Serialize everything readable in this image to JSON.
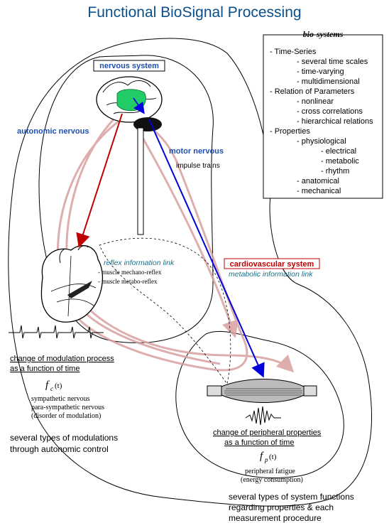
{
  "title": "Functional BioSignal Processing",
  "biosystems": {
    "heading": "bio-systems",
    "items": [
      {
        "text": "- Time-Series",
        "level": 0
      },
      {
        "text": "- several time scales",
        "level": 1
      },
      {
        "text": "- time-varying",
        "level": 1
      },
      {
        "text": "- multidimensional",
        "level": 1
      },
      {
        "text": "- Relation of Parameters",
        "level": 0
      },
      {
        "text": "- nonlinear",
        "level": 1
      },
      {
        "text": "- cross correlations",
        "level": 1
      },
      {
        "text": "- hierarchical relations",
        "level": 1
      },
      {
        "text": "- Properties",
        "level": 0
      },
      {
        "text": "- physiological",
        "level": 1
      },
      {
        "text": "- electrical",
        "level": 2
      },
      {
        "text": "- metabolic",
        "level": 2
      },
      {
        "text": "- rhythm",
        "level": 2
      },
      {
        "text": "- anatomical",
        "level": 1
      },
      {
        "text": "- mechanical",
        "level": 1
      }
    ]
  },
  "labels": {
    "nervous_system": "nervous system",
    "autonomic_nervous": "autonomic nervous",
    "motor_nervous": "motor nervous",
    "impulse_trains": "impulse trains",
    "reflex_link": "reflex information link",
    "mechano_reflex": "- muscle mechano-reflex",
    "metabo_reflex": "- muscle metabo-reflex",
    "cardiovascular": "cardiovascular system",
    "metabolic_link": "metabolic information link",
    "modulation_line1": "change of modulation process",
    "modulation_line2": "as a function of time",
    "fc_symbol": "f",
    "fc_sub": "c",
    "fc_arg": "(t)",
    "sympathetic_line1": "sympathetic nervous",
    "sympathetic_line2": "para-sympathetic nervous",
    "sympathetic_line3": "(disorder of modulation)",
    "modulations_line1": "several types of modulations",
    "modulations_line2": "through autonomic control",
    "peripheral_line1": "change of peripheral properties",
    "peripheral_line2": "as a function of time",
    "fp_symbol": "f",
    "fp_sub": "p",
    "fp_arg": "(t)",
    "fatigue_line1": "peripheral fatigue",
    "fatigue_line2": "(energy consumption)",
    "functions_line1": "several types of system functions",
    "functions_line2": "regarding properties & each",
    "functions_line3": "measurement procedure"
  },
  "colors": {
    "title": "#0a4f8a",
    "blue_arrow": "#0000dd",
    "red_arrow": "#c00000",
    "pink_loop": "#d9a0a0",
    "brain_green": "#22cc66",
    "label_blue": "#1f4fb0"
  }
}
